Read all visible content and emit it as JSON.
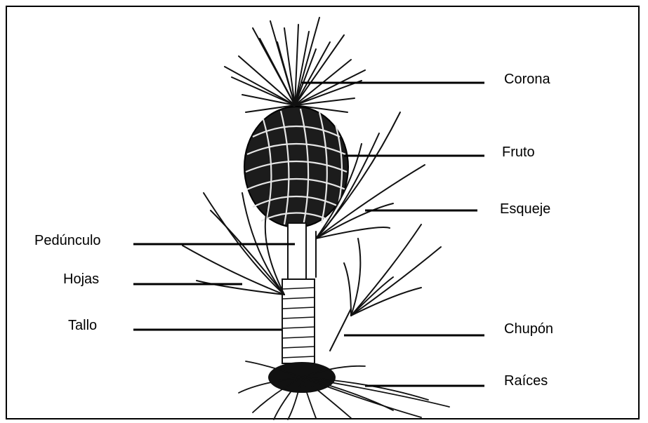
{
  "labels": {
    "corona": "Corona",
    "fruto": "Fruto",
    "esqueje": "Esqueje",
    "pedunculo": "Pedúnculo",
    "hojas": "Hojas",
    "tallo": "Tallo",
    "chupon": "Chupón",
    "raices": "Raíces"
  }
}
